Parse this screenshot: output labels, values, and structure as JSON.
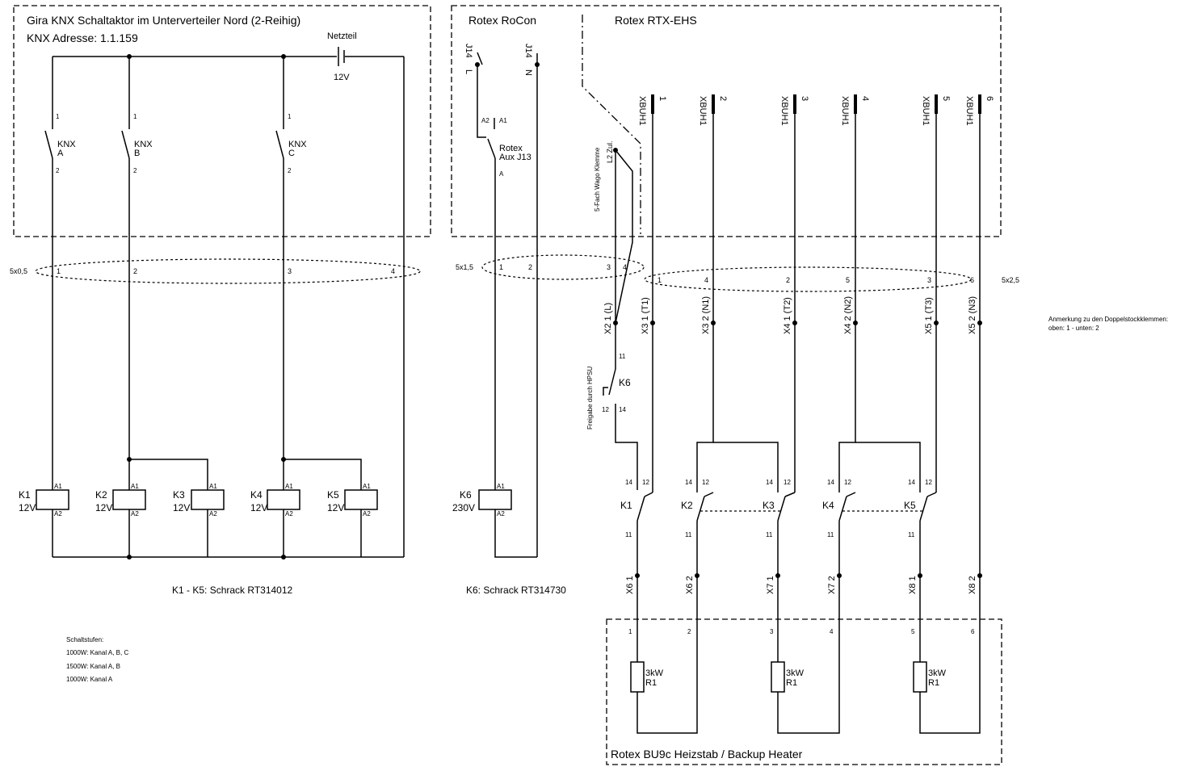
{
  "boxes": {
    "gira_title": "Gira KNX Schaltaktor im Unterverteiler Nord (2-Reihig)",
    "gira_address": "KNX Adresse: 1.1.159",
    "rocon_title": "Rotex RoCon",
    "rtx_title": "Rotex RTX-EHS",
    "heater_title": "Rotex BU9c Heizstab / Backup Heater"
  },
  "supply": {
    "label": "Netzteil",
    "voltage": "12V"
  },
  "knx_contacts": [
    {
      "label1": "KNX",
      "label2": "A",
      "pin_top": "1",
      "pin_bottom": "2"
    },
    {
      "label1": "KNX",
      "label2": "B",
      "pin_top": "1",
      "pin_bottom": "2"
    },
    {
      "label1": "KNX",
      "label2": "C",
      "pin_top": "1",
      "pin_bottom": "2"
    }
  ],
  "cables": {
    "c1": {
      "label": "5x0,5",
      "cores": [
        "1",
        "2",
        "3",
        "4"
      ]
    },
    "c2": {
      "label": "5x1,5",
      "cores": [
        "1",
        "2",
        "3",
        "4"
      ]
    },
    "c3": {
      "label": "5x2,5",
      "cores": [
        "1",
        "4",
        "2",
        "5",
        "3",
        "6"
      ]
    }
  },
  "relays_left": [
    {
      "name": "K1",
      "voltage": "12V"
    },
    {
      "name": "K2",
      "voltage": "12V"
    },
    {
      "name": "K3",
      "voltage": "12V"
    },
    {
      "name": "K4",
      "voltage": "12V"
    },
    {
      "name": "K5",
      "voltage": "12V"
    }
  ],
  "relay_k6": {
    "name": "K6",
    "voltage": "230V"
  },
  "coil_pins": {
    "a1": "A1",
    "a2": "A2"
  },
  "captions": {
    "k1_k5": "K1 - K5: Schrack RT314012",
    "k6": "K6: Schrack RT314730"
  },
  "schaltstufen": {
    "title": "Schaltstufen:",
    "lines": [
      "1000W: Kanal A, B, C",
      "1500W: Kanal A, B",
      "1000W: Kanal A"
    ]
  },
  "rocon": {
    "j14_l": [
      "J14",
      "L"
    ],
    "j14_n": [
      "J14",
      "N"
    ],
    "aux_pin_a2": "A2",
    "aux_pin_a1": "A1",
    "aux_label": [
      "Rotex",
      "Aux J13"
    ],
    "aux_pin_a": "A"
  },
  "wago": [
    "5-Fach Wago Klemme",
    "L2 Zul."
  ],
  "xbuh": [
    {
      "name": "XBUH1",
      "pin": "1"
    },
    {
      "name": "XBUH1",
      "pin": "2"
    },
    {
      "name": "XBUH1",
      "pin": "3"
    },
    {
      "name": "XBUH1",
      "pin": "4"
    },
    {
      "name": "XBUH1",
      "pin": "5"
    },
    {
      "name": "XBUH1",
      "pin": "6"
    }
  ],
  "rtx_terminals": [
    "X2  1 (L)",
    "X3  1 (T1)",
    "X3  2 (N1)",
    "X4  1 (T2)",
    "X4  2 (N2)",
    "X5  1 (T3)",
    "X5  2 (N3)"
  ],
  "k6_contact": {
    "name": "K6",
    "pin11": "11",
    "pin12": "12",
    "pin14": "14",
    "note": "Freigabe durch HPSU"
  },
  "rtx_contacts": [
    {
      "name": "K1",
      "p14": "14",
      "p12": "12",
      "p11": "11"
    },
    {
      "name": "K2",
      "p14": "14",
      "p12": "12",
      "p11": "11"
    },
    {
      "name": "K3",
      "p14": "14",
      "p12": "12",
      "p11": "11"
    },
    {
      "name": "K4",
      "p14": "14",
      "p12": "12",
      "p11": "11"
    },
    {
      "name": "K5",
      "p14": "14",
      "p12": "12",
      "p11": "11"
    }
  ],
  "x_terminals": [
    "X6  1",
    "X6  2",
    "X7  1",
    "X7  2",
    "X8  1",
    "X8  2"
  ],
  "heater_pins": [
    "1",
    "2",
    "3",
    "4",
    "5",
    "6"
  ],
  "resistors": [
    {
      "power": "3kW",
      "name": "R1"
    },
    {
      "power": "3kW",
      "name": "R1"
    },
    {
      "power": "3kW",
      "name": "R1"
    }
  ],
  "note": {
    "line1": "Anmerkung zu den Doppelstockklemmen:",
    "line2": "oben: 1  -  unten: 2"
  }
}
